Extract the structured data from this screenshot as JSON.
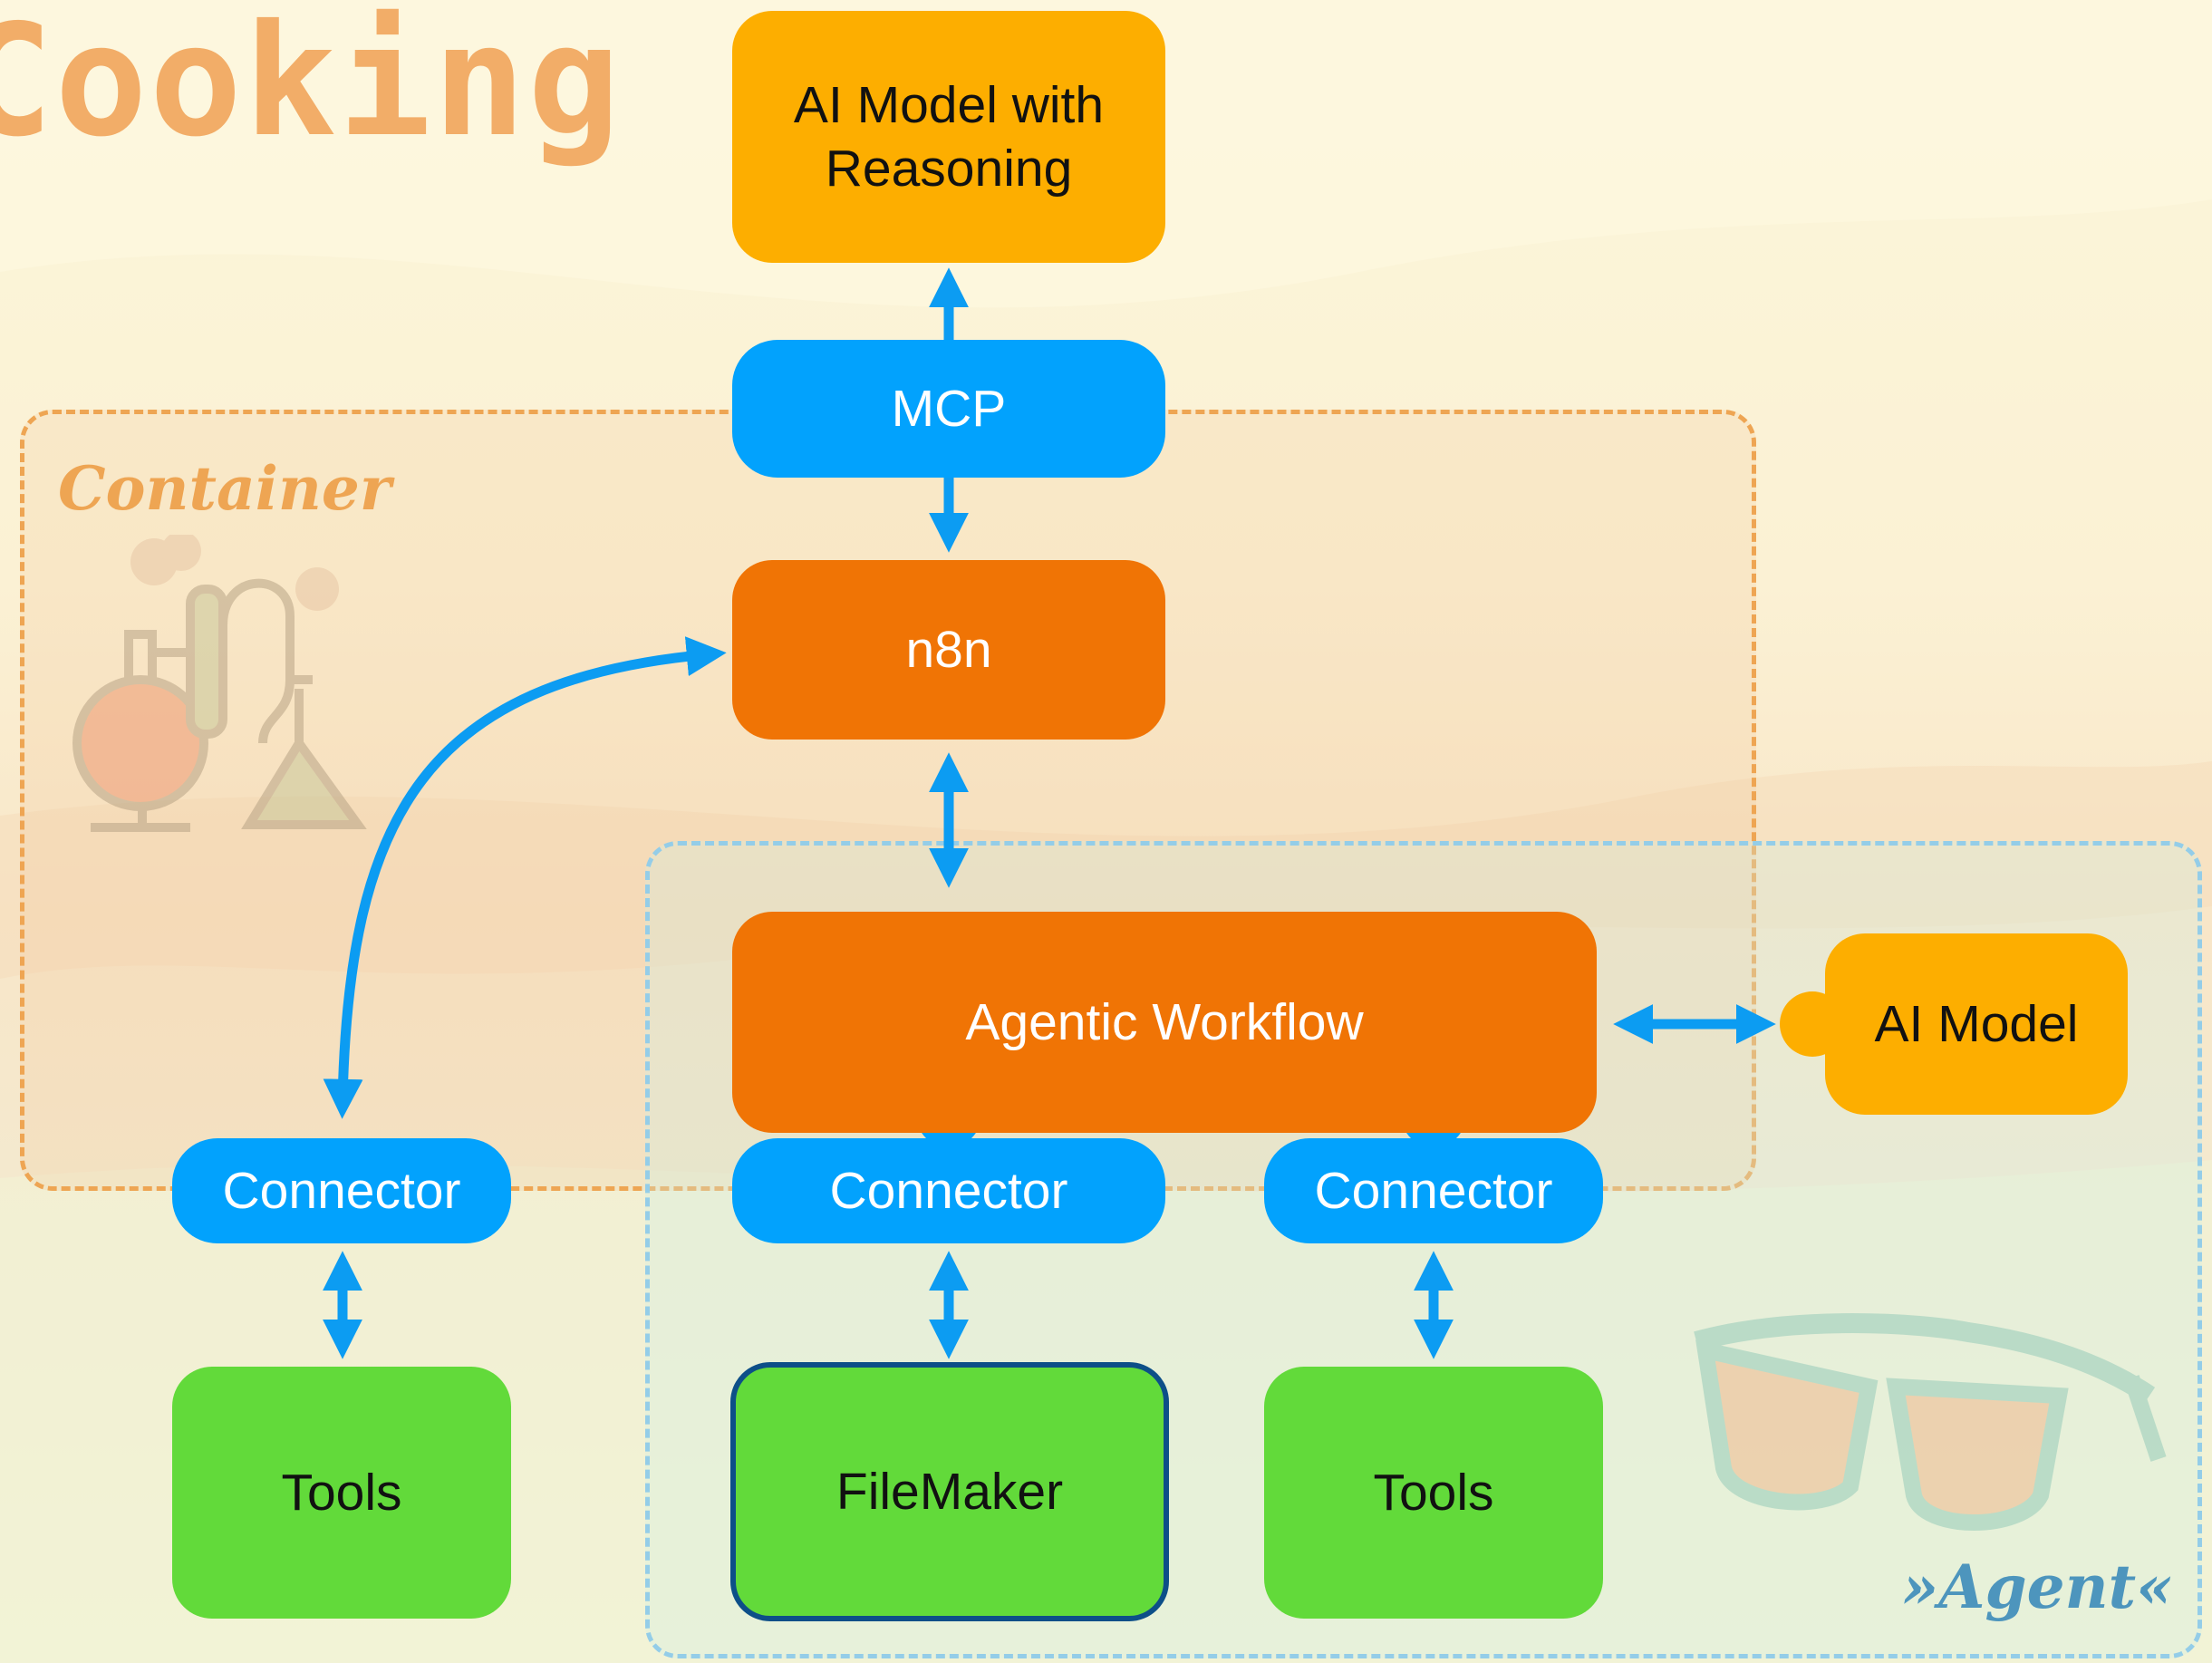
{
  "title": "Cooking",
  "regions": {
    "container": "Container",
    "agent": "»Agent«"
  },
  "nodes": {
    "ai_reasoning": "AI Model with Reasoning",
    "mcp": "MCP",
    "n8n": "n8n",
    "agentic_workflow": "Agentic Workflow",
    "ai_model": "AI Model",
    "connector_left": "Connector",
    "connector_mid": "Connector",
    "connector_right": "Connector",
    "tools_left": "Tools",
    "filemaker": "FileMaker",
    "tools_right": "Tools"
  },
  "colors": {
    "ai_model": "#fdae00",
    "connector": "#02a2fd",
    "process": "#f07405",
    "tool": "#62da3a",
    "arrow": "#0c9cf2",
    "container_border": "#eea553",
    "agent_border": "#94cde8"
  },
  "icons": {
    "container": "chemistry-flasks-icon",
    "agent": "sunglasses-icon"
  }
}
